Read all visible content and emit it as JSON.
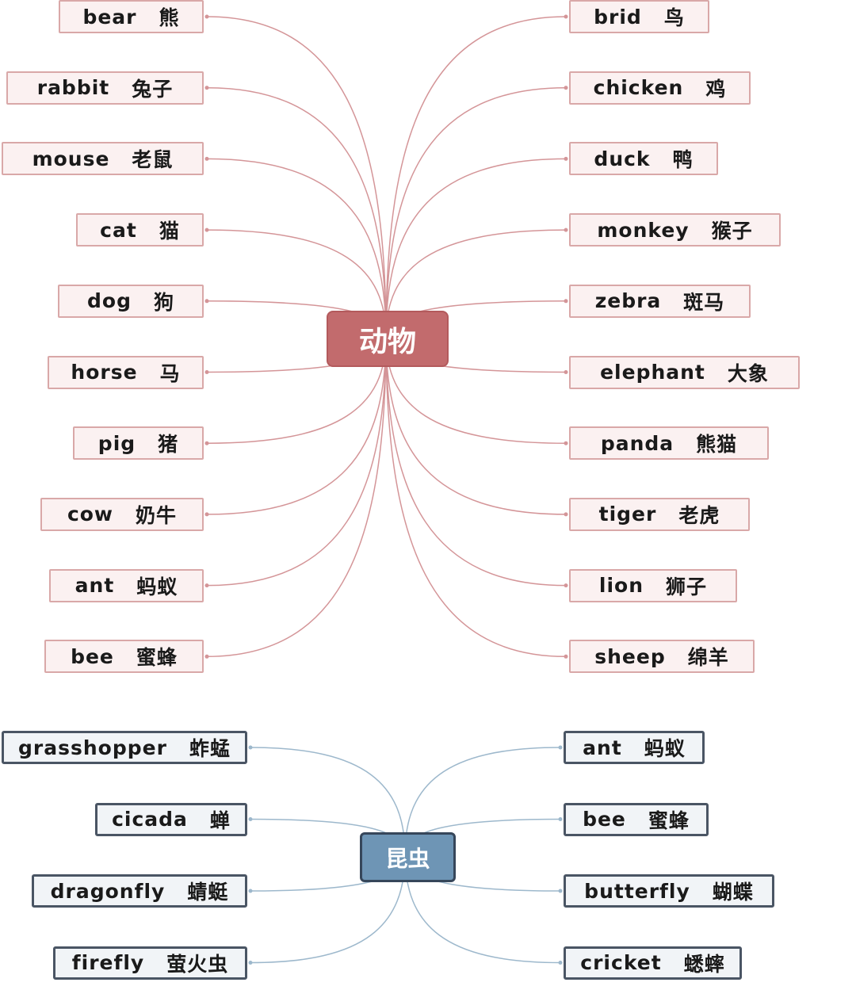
{
  "animals": {
    "center": "动物",
    "link_color": "#d49598",
    "left": [
      {
        "en": "bear",
        "zh": "熊"
      },
      {
        "en": "rabbit",
        "zh": "兔子"
      },
      {
        "en": "mouse",
        "zh": "老鼠"
      },
      {
        "en": "cat",
        "zh": "猫"
      },
      {
        "en": "dog",
        "zh": "狗"
      },
      {
        "en": "horse",
        "zh": "马"
      },
      {
        "en": "pig",
        "zh": "猪"
      },
      {
        "en": "cow",
        "zh": "奶牛"
      },
      {
        "en": "ant",
        "zh": "蚂蚁"
      },
      {
        "en": "bee",
        "zh": "蜜蜂"
      }
    ],
    "right": [
      {
        "en": "brid",
        "zh": "鸟"
      },
      {
        "en": "chicken",
        "zh": "鸡"
      },
      {
        "en": "duck",
        "zh": "鸭"
      },
      {
        "en": "monkey",
        "zh": "猴子"
      },
      {
        "en": "zebra",
        "zh": "斑马"
      },
      {
        "en": "elephant",
        "zh": "大象"
      },
      {
        "en": "panda",
        "zh": "熊猫"
      },
      {
        "en": "tiger",
        "zh": "老虎"
      },
      {
        "en": "lion",
        "zh": "狮子"
      },
      {
        "en": "sheep",
        "zh": "绵羊"
      }
    ]
  },
  "insects": {
    "center": "昆虫",
    "link_color": "#9db8cc",
    "left": [
      {
        "en": "grasshopper",
        "zh": "蚱蜢"
      },
      {
        "en": "cicada",
        "zh": "蝉"
      },
      {
        "en": "dragonfly",
        "zh": "蜻蜓"
      },
      {
        "en": "firefly",
        "zh": "萤火虫"
      }
    ],
    "right": [
      {
        "en": "ant",
        "zh": "蚂蚁"
      },
      {
        "en": "bee",
        "zh": "蜜蜂"
      },
      {
        "en": "butterfly",
        "zh": "蝴蝶"
      },
      {
        "en": "cricket",
        "zh": "蟋蟀"
      }
    ]
  }
}
